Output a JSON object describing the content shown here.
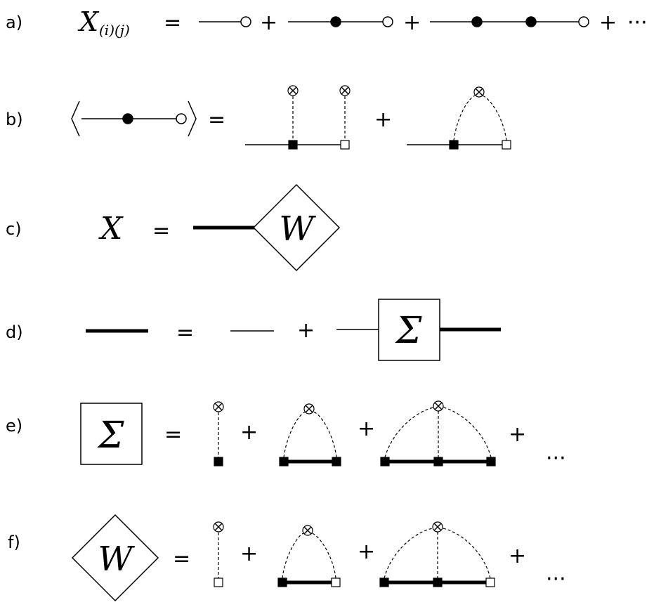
{
  "rows": {
    "a": {
      "label": "a)",
      "lhs_symbol": "X",
      "lhs_subscript": "(i)(j)",
      "equals": "=",
      "plus": "+",
      "ellipsis": "···"
    },
    "b": {
      "label": "b)",
      "equals": "=",
      "plus": "+"
    },
    "c": {
      "label": "c)",
      "lhs_symbol": "X",
      "equals": "=",
      "vertex_label": "W"
    },
    "d": {
      "label": "d)",
      "equals": "=",
      "plus": "+",
      "box_label": "Σ"
    },
    "e": {
      "label": "e)",
      "box_label": "Σ",
      "equals": "=",
      "plus": "+",
      "ellipsis": "···"
    },
    "f": {
      "label": "f)",
      "vertex_label": "W",
      "equals": "=",
      "plus": "+",
      "ellipsis": "···"
    }
  }
}
